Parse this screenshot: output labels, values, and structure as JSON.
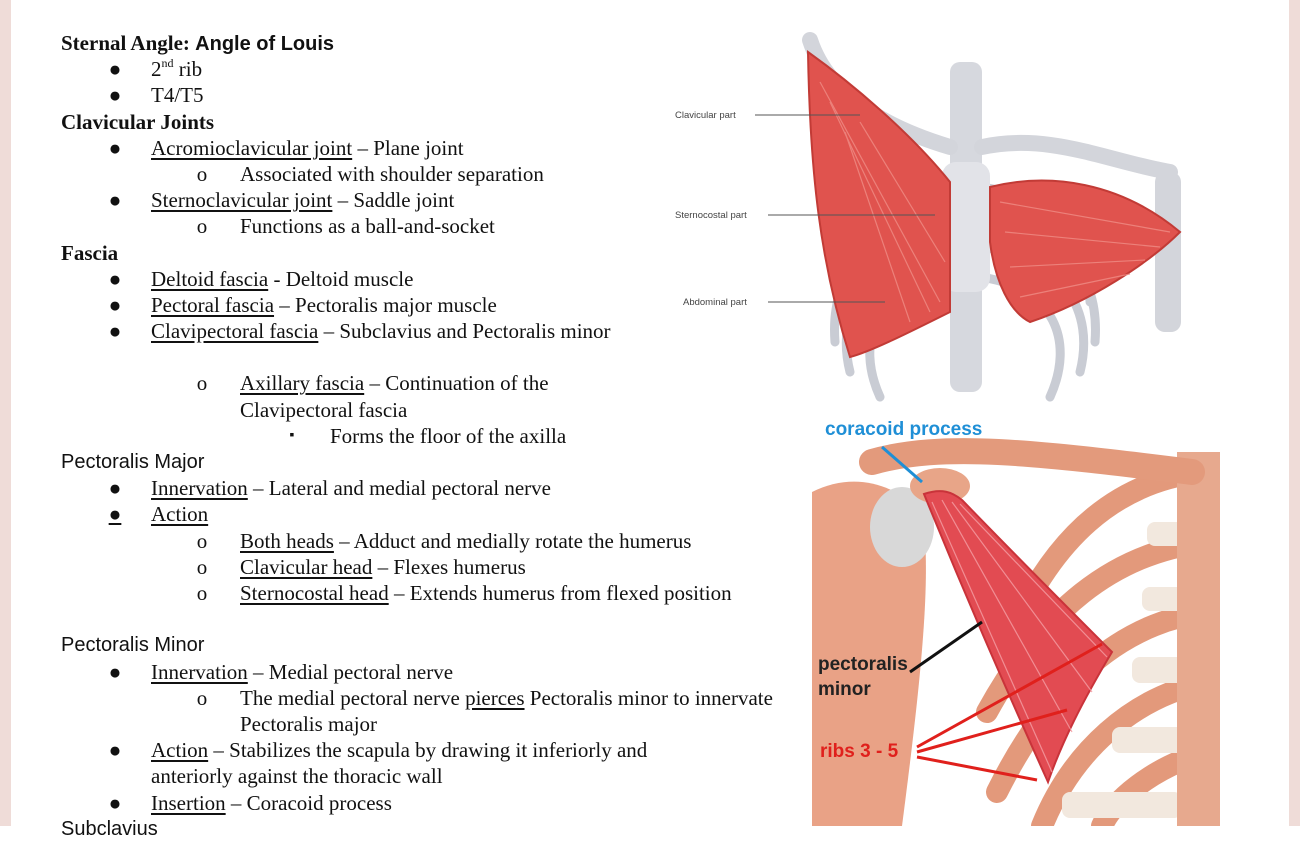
{
  "notes": {
    "sternal_angle": {
      "label": "Sternal Angle:",
      "value": "Angle of Louis",
      "items": [
        {
          "main": "2",
          "sup": "nd",
          "rest": " rib"
        },
        {
          "text": "T4/T5"
        }
      ]
    },
    "clavicular_joints": {
      "heading": "Clavicular Joints",
      "ac": {
        "term": "Acromioclavicular joint",
        "desc": " – Plane joint",
        "sub": "Associated with shoulder separation"
      },
      "sc": {
        "term": "Sternoclavicular joint",
        "desc": " – Saddle joint",
        "sub": "Functions as a ball-and-socket"
      }
    },
    "fascia": {
      "heading": "Fascia",
      "deltoid": {
        "term": "Deltoid fascia",
        "desc": " - Deltoid muscle"
      },
      "pectoral": {
        "term": "Pectoral fascia",
        "desc": " – Pectoralis major muscle"
      },
      "clavipectoral": {
        "term": "Clavipectoral fascia",
        "desc": " – Subclavius and Pectoralis minor"
      },
      "axillary": {
        "term": "Axillary fascia",
        "desc": " – Continuation of the Clavipectoral fascia",
        "sub": "Forms the floor of the axilla"
      }
    },
    "pec_major": {
      "heading": "Pectoralis Major",
      "innervation": {
        "term": "Innervation",
        "desc": " – Lateral and medial pectoral nerve"
      },
      "action": {
        "term": "Action"
      },
      "both": {
        "term": "Both heads",
        "desc": " – Adduct and medially rotate the humerus"
      },
      "clav": {
        "term": "Clavicular head",
        "desc": " – Flexes humerus"
      },
      "sterno": {
        "term": "Sternocostal head",
        "desc": " – Extends humerus from flexed position"
      }
    },
    "pec_minor": {
      "heading": "Pectoralis Minor",
      "innervation": {
        "term": "Innervation",
        "desc": " – Medial pectoral nerve"
      },
      "nerve_note": {
        "pre": "The medial pectoral nerve ",
        "term": "pierces",
        "post": " Pectoralis minor to innervate Pectoralis major"
      },
      "action": {
        "term": "Action",
        "desc": " – Stabilizes the scapula by drawing it inferiorly and anteriorly against the thoracic wall"
      },
      "insertion": {
        "term": "Insertion",
        "desc": " – Coracoid process"
      }
    },
    "cut_heading": "Subclavius"
  },
  "markers": {
    "bullet": "●",
    "circle": "o",
    "square": "▪"
  },
  "figure1": {
    "labels": [
      "Clavicular part",
      "Sternocostal part",
      "Abdominal part"
    ]
  },
  "figure2": {
    "label_coracoid": "coracoid process",
    "label_pec1": "pectoralis",
    "label_pec2": "minor",
    "label_ribs": "ribs 3 - 5",
    "colors": {
      "coracoid": "#1f8fd6",
      "ribs": "#e0201c"
    }
  }
}
